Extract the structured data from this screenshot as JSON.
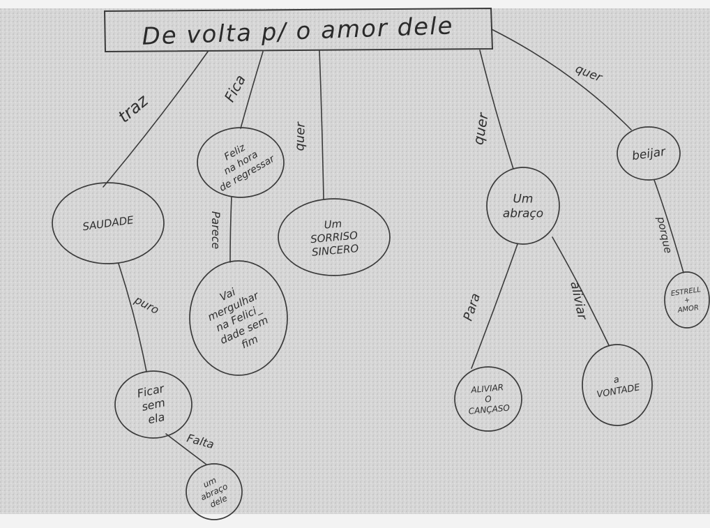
{
  "title": "De volta p/ o amor dele",
  "nodes": {
    "saudade": [
      "SAUDADE"
    ],
    "feliz": [
      "Feliz",
      "na hora",
      "de regressar"
    ],
    "sorriso": [
      "Um",
      "SORRISO",
      "SINCERO"
    ],
    "mergulhar": [
      "Vai",
      "mergulhar",
      "na Felici_",
      "dade sem",
      "fim"
    ],
    "abraco": [
      "Um",
      "abraço"
    ],
    "beijar": [
      "beijar"
    ],
    "ficar": [
      "Ficar",
      "sem",
      "ela"
    ],
    "abraco_dele": [
      "um",
      "abraço",
      "dele"
    ],
    "aliviar": [
      "ALIVIAR",
      "O",
      "CANÇASO"
    ],
    "vontade": [
      "a",
      "VONTADE"
    ],
    "estrela": [
      "ESTRELL",
      "+",
      "AMOR"
    ]
  },
  "link_labels": {
    "title_saudade": "traz",
    "title_feliz": "Fica",
    "title_sorriso": "quer",
    "title_abraco": "quer",
    "title_beijar": "quer",
    "feliz_mergulhar": "Parece",
    "saudade_ficar": "puro",
    "ficar_dele": "Falta",
    "abraco_aliviar": "Para",
    "abraco_vontade": "aliviar",
    "beijar_estrela": "porque"
  },
  "colors": {
    "background": "#d6d6d6",
    "ink": "#3a3a3a",
    "paper_band": "#f3f3f3"
  }
}
